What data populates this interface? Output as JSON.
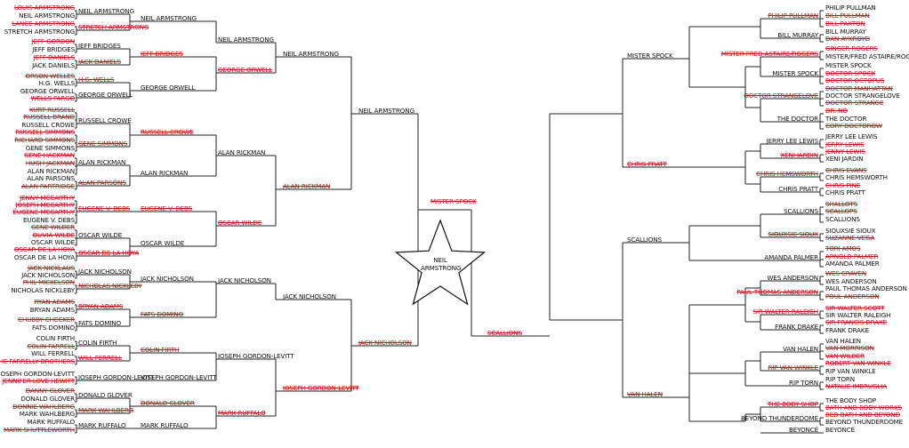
{
  "champion": "NEIL ARMSTRONG",
  "labels": {
    "L0": "LOUIS ARMSTRONG",
    "L1": "NEIL ARMSTRONG",
    "L2": "LANCE ARMSTRONG",
    "L3": "STRETCH ARMSTRONG",
    "L4": "JEFF GORDON",
    "L5": "JEFF BRIDGES",
    "L6": "JEFF DANIELS",
    "L7": "JACK DANIELS",
    "L8": "ORSON WELLES",
    "L9": "H.G. WELLS",
    "L10": "GEORGE ORWELL",
    "L11": "WELLS FARGO",
    "L12": "KURT RUSSELL",
    "L13": "RUSSELL BRAND",
    "L14": "RUSSELL CROWE",
    "L15": "RUSSELL SIMMONS",
    "L16": "RICHARD SIMMONS",
    "L17": "GENE SIMMONS",
    "L18": "GENE HACKMAN",
    "L19": "HUGH JACKMAN",
    "L20": "ALAN RICKMAN",
    "L21": "ALAN PARSONS",
    "L22": "ALAN PARTRIDGE",
    "L23": "JENNY MCCARTHY",
    "L24": "JOSEPH MCCARTHY",
    "L25": "EUGENE MCCARTHY",
    "L26": "EUGENE V. DEBS",
    "L27": "GENE WILDER",
    "L28": "OLIVIA WILDE",
    "L29": "OSCAR WILDE",
    "L30": "OSCAR DE LA HOYA",
    "L31": "OSCAR DE LA HOYA",
    "L32": "JACK NICKLAUS",
    "L33": "JACK NICHOLSON",
    "L34": "PHIL MICKELSON",
    "L35": "NICHOLAS NICKLEBY",
    "L36": "RYAN ADAMS",
    "L37": "BRYAN ADAMS",
    "L38": "CHUBBY CHECKER",
    "L39": "FATS DOMINO",
    "L40": "COLIN FIRTH",
    "L41": "COLIN FARRELL",
    "L42": "WILL FERRELL",
    "L43": "THE FARRELLY BROTHERS",
    "L44": "JOSEPH GORDON-LEVITT",
    "L45": "JENNIFER LOVE HEWITT",
    "L46": "DANNY GLOVER",
    "L47": "DONALD GLOVER",
    "L48": "DONNIE WAHLBERG",
    "L49": "MARK WAHLBERG",
    "L50": "MARK RUFFALO",
    "L51": "MARK SHUTTLEWORTH",
    "R1_0": "NEIL ARMSTRONG",
    "R1_1": "STRETCH ARMSTRONG",
    "R1_2": "JEFF BRIDGES",
    "R1_3": "JACK DANIELS",
    "R1_4": "H.G. WELLS",
    "R1_5": "GEORGE ORWELL",
    "R1_6": "RUSSELL CROWE",
    "R1_7": "GENE SIMMONS",
    "R1_8": "ALAN RICKMAN",
    "R1_9": "ALAN PARSONS",
    "R1_10": "EUGENE V. DEBS",
    "R1_11": "OSCAR WILDE",
    "R1_12": "OSCAR DE LA HOYA",
    "R1_13": "JACK NICHOLSON",
    "R1_14": "NICHOLAS NICKLEBY",
    "R1_15": "BRYAN ADAMS",
    "R1_16": "FATS DOMINO",
    "R1_17": "COLIN FIRTH",
    "R1_18": "WILL FERRELL",
    "R1_19": "JOSEPH GORDON-LEVITT",
    "R1_20": "DONALD GLOVER",
    "R1_21": "MARK WAHLBERG",
    "R1_22": "MARK RUFFALO",
    "R2_0": "NEIL ARMSTRONG",
    "R2_1": "JEFF BRIDGES",
    "R2_2": "GEORGE ORWELL",
    "R2_3": "RUSSELL CROWE",
    "R2_4": "ALAN RICKMAN",
    "R2_5": "EUGENE V. DEBS",
    "R2_6": "OSCAR WILDE",
    "R2_7": "JACK NICHOLSON",
    "R2_8": "FATS DOMINO",
    "R2_9": "COLIN FIRTH",
    "R2_10": "JOSEPH GORDON-LEVITT",
    "R2_11": "DONALD GLOVER",
    "R2_12": "MARK RUFFALO",
    "R3_0": "NEIL ARMSTRONG",
    "R3_1": "GEORGE ORWELL",
    "R3_2": "ALAN RICKMAN",
    "R3_3": "OSCAR WILDE",
    "R3_4": "JACK NICHOLSON",
    "R3_5": "JOSEPH GORDON-LEVITT",
    "R3_6": "MARK RUFFALO",
    "R4_0": "NEIL ARMSTRONG",
    "R4_1": "ALAN RICKMAN",
    "R4_2": "JACK NICHOLSON",
    "R4_3": "JOSEPH GORDON-LEVITT",
    "R5_0": "NEIL ARMSTRONG",
    "R5_1": "JACK NICHOLSON",
    "C_L": "MISTER SPOCK",
    "C_R": "SCALLIONS",
    "Q0": "MISTER SPOCK",
    "Q1": "CHRIS PRATT",
    "Q2": "SCALLIONS",
    "Q3": "VAN HALEN",
    "T0": "MISTER SPOCK",
    "T1": "BILL MURRAY",
    "T2": "CHRIS PRATT",
    "T3": "JERRY LEE LEWIS",
    "T4": "SCALLIONS",
    "T5": "AMANDA PALMER",
    "T6": "FRANK DRAKE",
    "T7": "VAN HALEN",
    "T8": "BEYONCÉ",
    "U0": "BILL MURRAY",
    "U1": "PHILIP PULLMAN",
    "U2": "MISTER SPOCK",
    "U3": "MISTER FRED ASTAIRE/ROGERS",
    "U4": "THE DOCTOR",
    "U5": "DOCTOR STRANGELOVE",
    "U6": "JERRY LEE LEWIS",
    "U7": "XENI JARDIN",
    "U8": "CHRIS PRATT",
    "U9": "CHRIS HEMSWORTH",
    "U10": "SCALLIONS",
    "U11": "SIOUXSIE SIOUX",
    "U12": "WES ANDERSON",
    "U13": "PAUL THOMAS ANDERSON",
    "U14": "FRANK DRAKE",
    "U15": "SIR WALTER RALEIGH",
    "U16": "VAN HALEN",
    "U17": "RIP VAN WINKLE",
    "U18": "RIP TORN",
    "U19": "BEYOND THUNDERDOME",
    "U20": "THE BODY SHOP",
    "V0": "PHILIP PULLMAN",
    "V1": "BILL MURRAY",
    "V2": "MISTER SPOCK",
    "V3": "THE DOCTOR",
    "V4": "XENI JARDIN",
    "V5": "CHRIS PRATT",
    "V6": "SCALLIONS",
    "V7": "SIOUXSIE SIOUX",
    "V8": "AMANDA PALMER",
    "V9": "WES ANDERSON",
    "V10": "PAUL THOMAS ANDERSON",
    "V11": "FRANK DRAKE",
    "V12": "VAN HALEN",
    "V13": "RIP VAN WINKLE",
    "V14": "RIP TORN",
    "V15": "BEYOND THUNDERDOME",
    "V16": "BEYONCÉ",
    "V17": "THE BODY SHOP",
    "E0": "PHILIP PULLMAN",
    "E1": "BILL PULLMAN",
    "E2": "BILL PAXTON",
    "E3": "BILL MURRAY",
    "E4": "DAN AYKROYD",
    "E5": "GINGER ROGERS",
    "E6": "MISTER/FRED ASTAIRE/ROGERS",
    "E7": "MISTER SPOCK",
    "E8": "DOCTOR SPOCK",
    "E9": "DOCTOR OCTOPUS",
    "E10": "DOCTOR MANHATTAN",
    "E11": "DOCTOR STRANGELOVE",
    "E12": "DOCTOR STRANGE",
    "E13": "DR. NO",
    "E14": "THE DOCTOR",
    "E15": "CORY DOCTOROW",
    "E16": "JERRY LEE LEWIS",
    "E17": "JERRY LEWIS",
    "E18": "JENNY LEWIS",
    "E19": "XENI JARDIN",
    "E20": "CHRIS EVANS",
    "E21": "CHRIS HEMSWORTH",
    "E22": "CHRIS PINE",
    "E23": "CHRIS PRATT",
    "E24": "SHALLOTS",
    "E25": "SCALLOPS",
    "E26": "SCALLIONS",
    "E27": "SIOUXSIE SIOUX",
    "E28": "SUZANNE VEGA",
    "E29": "TORI AMOS",
    "E30": "ARNOLD PALMER",
    "E31": "AMANDA PALMER",
    "E32": "WES CRAVEN",
    "E33": "WES ANDERSON",
    "E34": "PAUL THOMAS ANDERSON",
    "E35": "POUL ANDERSON",
    "E36": "SIR WALTER SCOTT",
    "E37": "SIR WALTER RALEIGH",
    "E38": "SIR FRANCIS DRAKE",
    "E39": "FRANK DRAKE",
    "E40": "VAN HALEN",
    "E41": "VAN MORRISON",
    "E42": "VAN WILDER",
    "E43": "ROBERT VAN WINKLE",
    "E44": "RIP VAN WINKLE",
    "E45": "RIP TORN",
    "E46": "NATALIE IMBRUGLIA",
    "E47": "THE BODY SHOP",
    "E48": "BATH AND BODY WORKS",
    "E49": "BED BATH AND BEYOND",
    "E50": "BEYOND THUNDERDOME",
    "E51": "BEYONCÉ"
  },
  "colors": {
    "winner": "#111111",
    "eliminated": "#c0131b"
  }
}
